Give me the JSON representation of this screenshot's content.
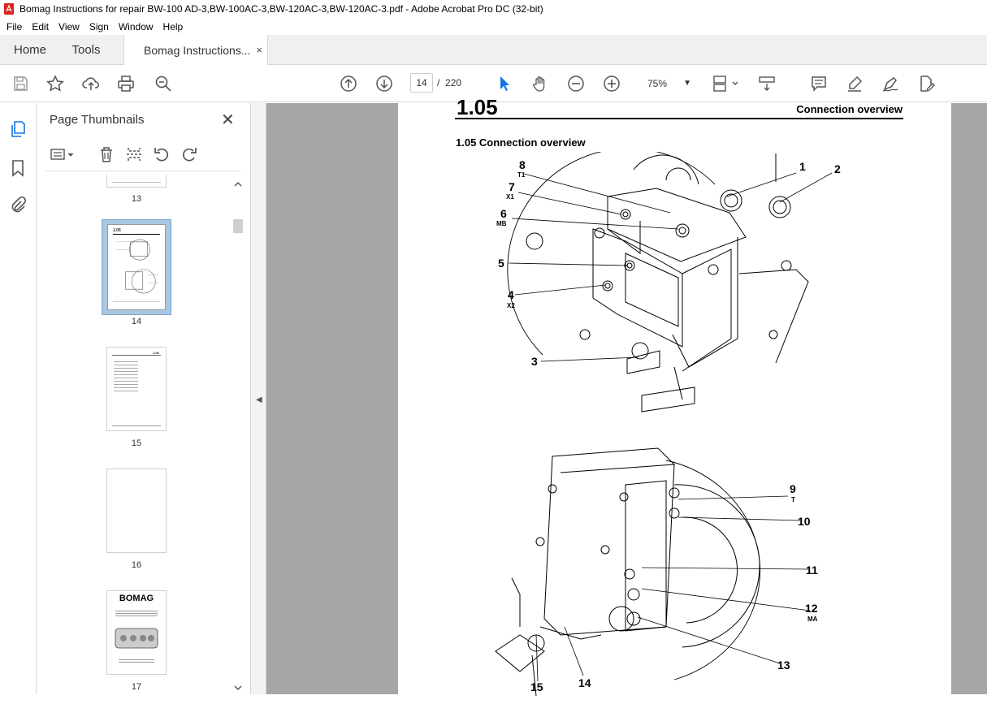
{
  "window": {
    "title": "Bomag Instructions for repair BW-100 AD-3,BW-100AC-3,BW-120AC-3,BW-120AC-3.pdf - Adobe Acrobat Pro DC (32-bit)"
  },
  "menu": [
    "File",
    "Edit",
    "View",
    "Sign",
    "Window",
    "Help"
  ],
  "tabs": {
    "home": "Home",
    "tools": "Tools",
    "document": "Bomag Instructions...",
    "close_symbol": "×"
  },
  "toolbar": {
    "current_page": "14",
    "page_separator": "/",
    "total_pages": "220",
    "zoom": "75%",
    "icons": [
      "save-icon",
      "star-icon",
      "upload-icon",
      "print-icon",
      "search-zoom-icon",
      "page-up-icon",
      "page-down-icon",
      "select-arrow-icon",
      "hand-icon",
      "zoom-out-icon",
      "zoom-in-icon",
      "fit-page-icon",
      "scroll-mode-icon",
      "comment-icon",
      "highlight-icon",
      "sign-icon",
      "edit-pdf-icon"
    ]
  },
  "panel": {
    "title": "Page Thumbnails",
    "close_symbol": "✕",
    "thumbnails": [
      {
        "page": "13"
      },
      {
        "page": "14",
        "selected": true
      },
      {
        "page": "15"
      },
      {
        "page": "16"
      },
      {
        "page": "17",
        "logo": "BOMAG"
      }
    ]
  },
  "document": {
    "chapter_number": "1.05",
    "header_right": "Connection overview",
    "section_title": "1.05  Connection overview",
    "callouts_top": [
      {
        "num": "1",
        "sub": ""
      },
      {
        "num": "2",
        "sub": ""
      },
      {
        "num": "3",
        "sub": ""
      },
      {
        "num": "4",
        "sub": "X2"
      },
      {
        "num": "5",
        "sub": ""
      },
      {
        "num": "6",
        "sub": "MB"
      },
      {
        "num": "7",
        "sub": "X1"
      },
      {
        "num": "8",
        "sub": "T1"
      }
    ],
    "callouts_bottom": [
      {
        "num": "9",
        "sub": "T"
      },
      {
        "num": "10",
        "sub": ""
      },
      {
        "num": "11",
        "sub": ""
      },
      {
        "num": "12",
        "sub": "MA"
      },
      {
        "num": "13",
        "sub": ""
      },
      {
        "num": "14",
        "sub": ""
      },
      {
        "num": "15",
        "sub": ""
      }
    ]
  },
  "colors": {
    "acrobat_red": "#d7261e",
    "selection_blue": "#a9c7e3",
    "canvas_gray": "#a6a6a6",
    "tool_active_blue": "#1473e6"
  }
}
